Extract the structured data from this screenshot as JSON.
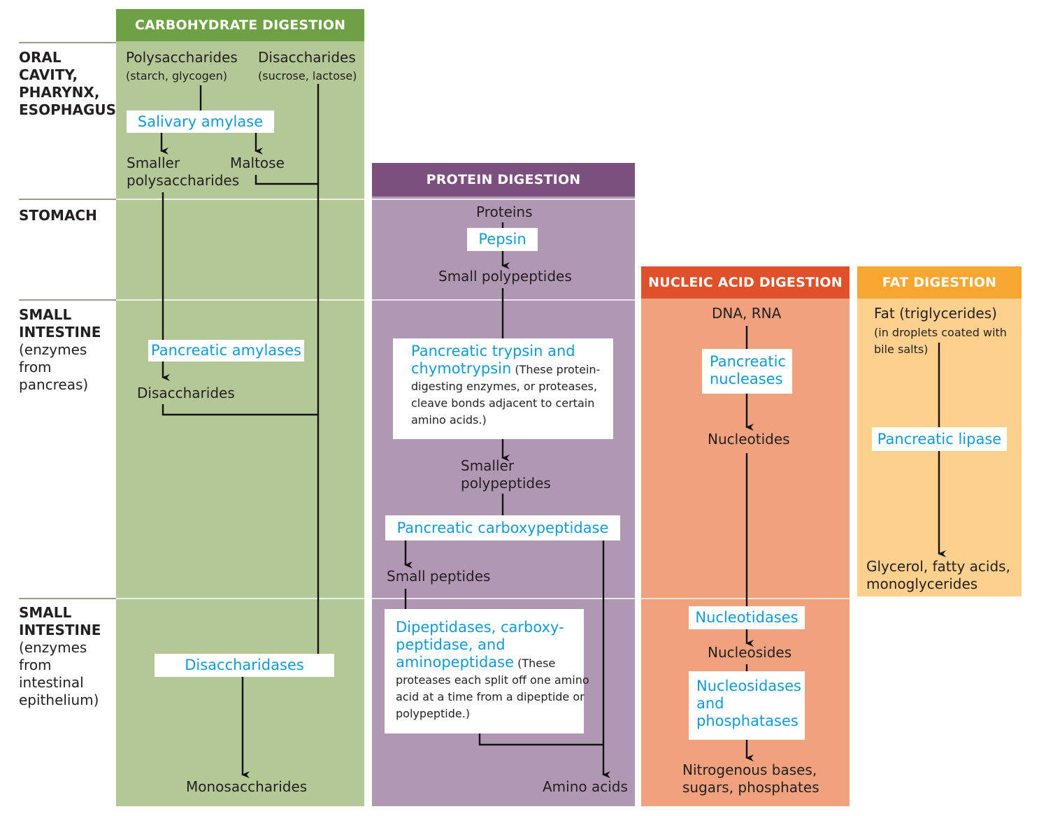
{
  "colors": {
    "carb_bg": "#b3c797",
    "carb_header": "#6ea044",
    "protein_bg": "#b097b3",
    "protein_header": "#7b507f",
    "nucleic_bg": "#f0a17e",
    "nucleic_header": "#e0502a",
    "fat_bg": "#fdd08e",
    "fat_header": "#f7a630",
    "enzyme_text": "#0f9ad6",
    "stage_rule": "#9c9a8a"
  },
  "stages": {
    "oral": [
      "ORAL",
      "CAVITY,",
      "PHARYNX,",
      "ESOPHAGUS"
    ],
    "stomach": [
      "STOMACH"
    ],
    "small_pancreas": {
      "bold": [
        "SMALL",
        "INTESTINE"
      ],
      "normal": [
        "(enzymes",
        "from",
        "pancreas)"
      ]
    },
    "small_epithelium": {
      "bold": [
        "SMALL",
        "INTESTINE"
      ],
      "normal": [
        "(enzymes",
        "from",
        "intestinal",
        "epithelium)"
      ]
    }
  },
  "carbohydrate": {
    "header": "CARBOHYDRATE DIGESTION",
    "polysaccharides": "Polysaccharides",
    "polysaccharides_note": "(starch, glycogen)",
    "disaccharides_top": "Disaccharides",
    "disaccharides_note": "(sucrose, lactose)",
    "salivary_amylase": "Salivary amylase",
    "smaller": "Smaller",
    "polysaccharides2": "polysaccharides",
    "maltose": "Maltose",
    "pancreatic_amylases": "Pancreatic amylases",
    "disaccharides": "Disaccharides",
    "disaccharidases": "Disaccharidases",
    "monosaccharides": "Monosaccharides"
  },
  "protein": {
    "header": "PROTEIN DIGESTION",
    "proteins": "Proteins",
    "pepsin": "Pepsin",
    "small_polypeptides": "Small polypeptides",
    "trypsin_l1": "Pancreatic trypsin and",
    "trypsin_l2": "chymotrypsin",
    "trypsin_note_a": " (These protein-",
    "trypsin_note_b": "digesting enzymes, or proteases,",
    "trypsin_note_c": "cleave bonds adjacent to certain",
    "trypsin_note_d": "amino acids.)",
    "smaller": "Smaller",
    "polypeptides": "polypeptides",
    "carboxypeptidase": "Pancreatic carboxypeptidase",
    "small_peptides": "Small peptides",
    "dipep_l1": "Dipeptidases, carboxy-",
    "dipep_l2": "peptidase, and",
    "dipep_l3": "aminopeptidase",
    "dipep_note_a": " (These",
    "dipep_note_b": "proteases each split off one amino",
    "dipep_note_c": "acid at a time from a dipeptide or",
    "dipep_note_d": "polypeptide.)",
    "amino_acids": "Amino acids"
  },
  "nucleic": {
    "header": "NUCLEIC ACID DIGESTION",
    "dna_rna": "DNA, RNA",
    "nucleases_l1": "Pancreatic",
    "nucleases_l2": "nucleases",
    "nucleotides": "Nucleotides",
    "nucleotidases": "Nucleotidases",
    "nucleosides": "Nucleosides",
    "nucleosidases_l1": "Nucleosidases",
    "nucleosidases_l2": "and",
    "nucleosidases_l3": "phosphatases",
    "bases_l1": "Nitrogenous bases,",
    "bases_l2": "sugars, phosphates"
  },
  "fat": {
    "header": "FAT DIGESTION",
    "fat": "Fat (triglycerides)",
    "fat_note_l1": "(in droplets coated with",
    "fat_note_l2": "bile salts)",
    "lipase": "Pancreatic lipase",
    "products_l1": "Glycerol, fatty acids,",
    "products_l2": "monoglycerides"
  }
}
